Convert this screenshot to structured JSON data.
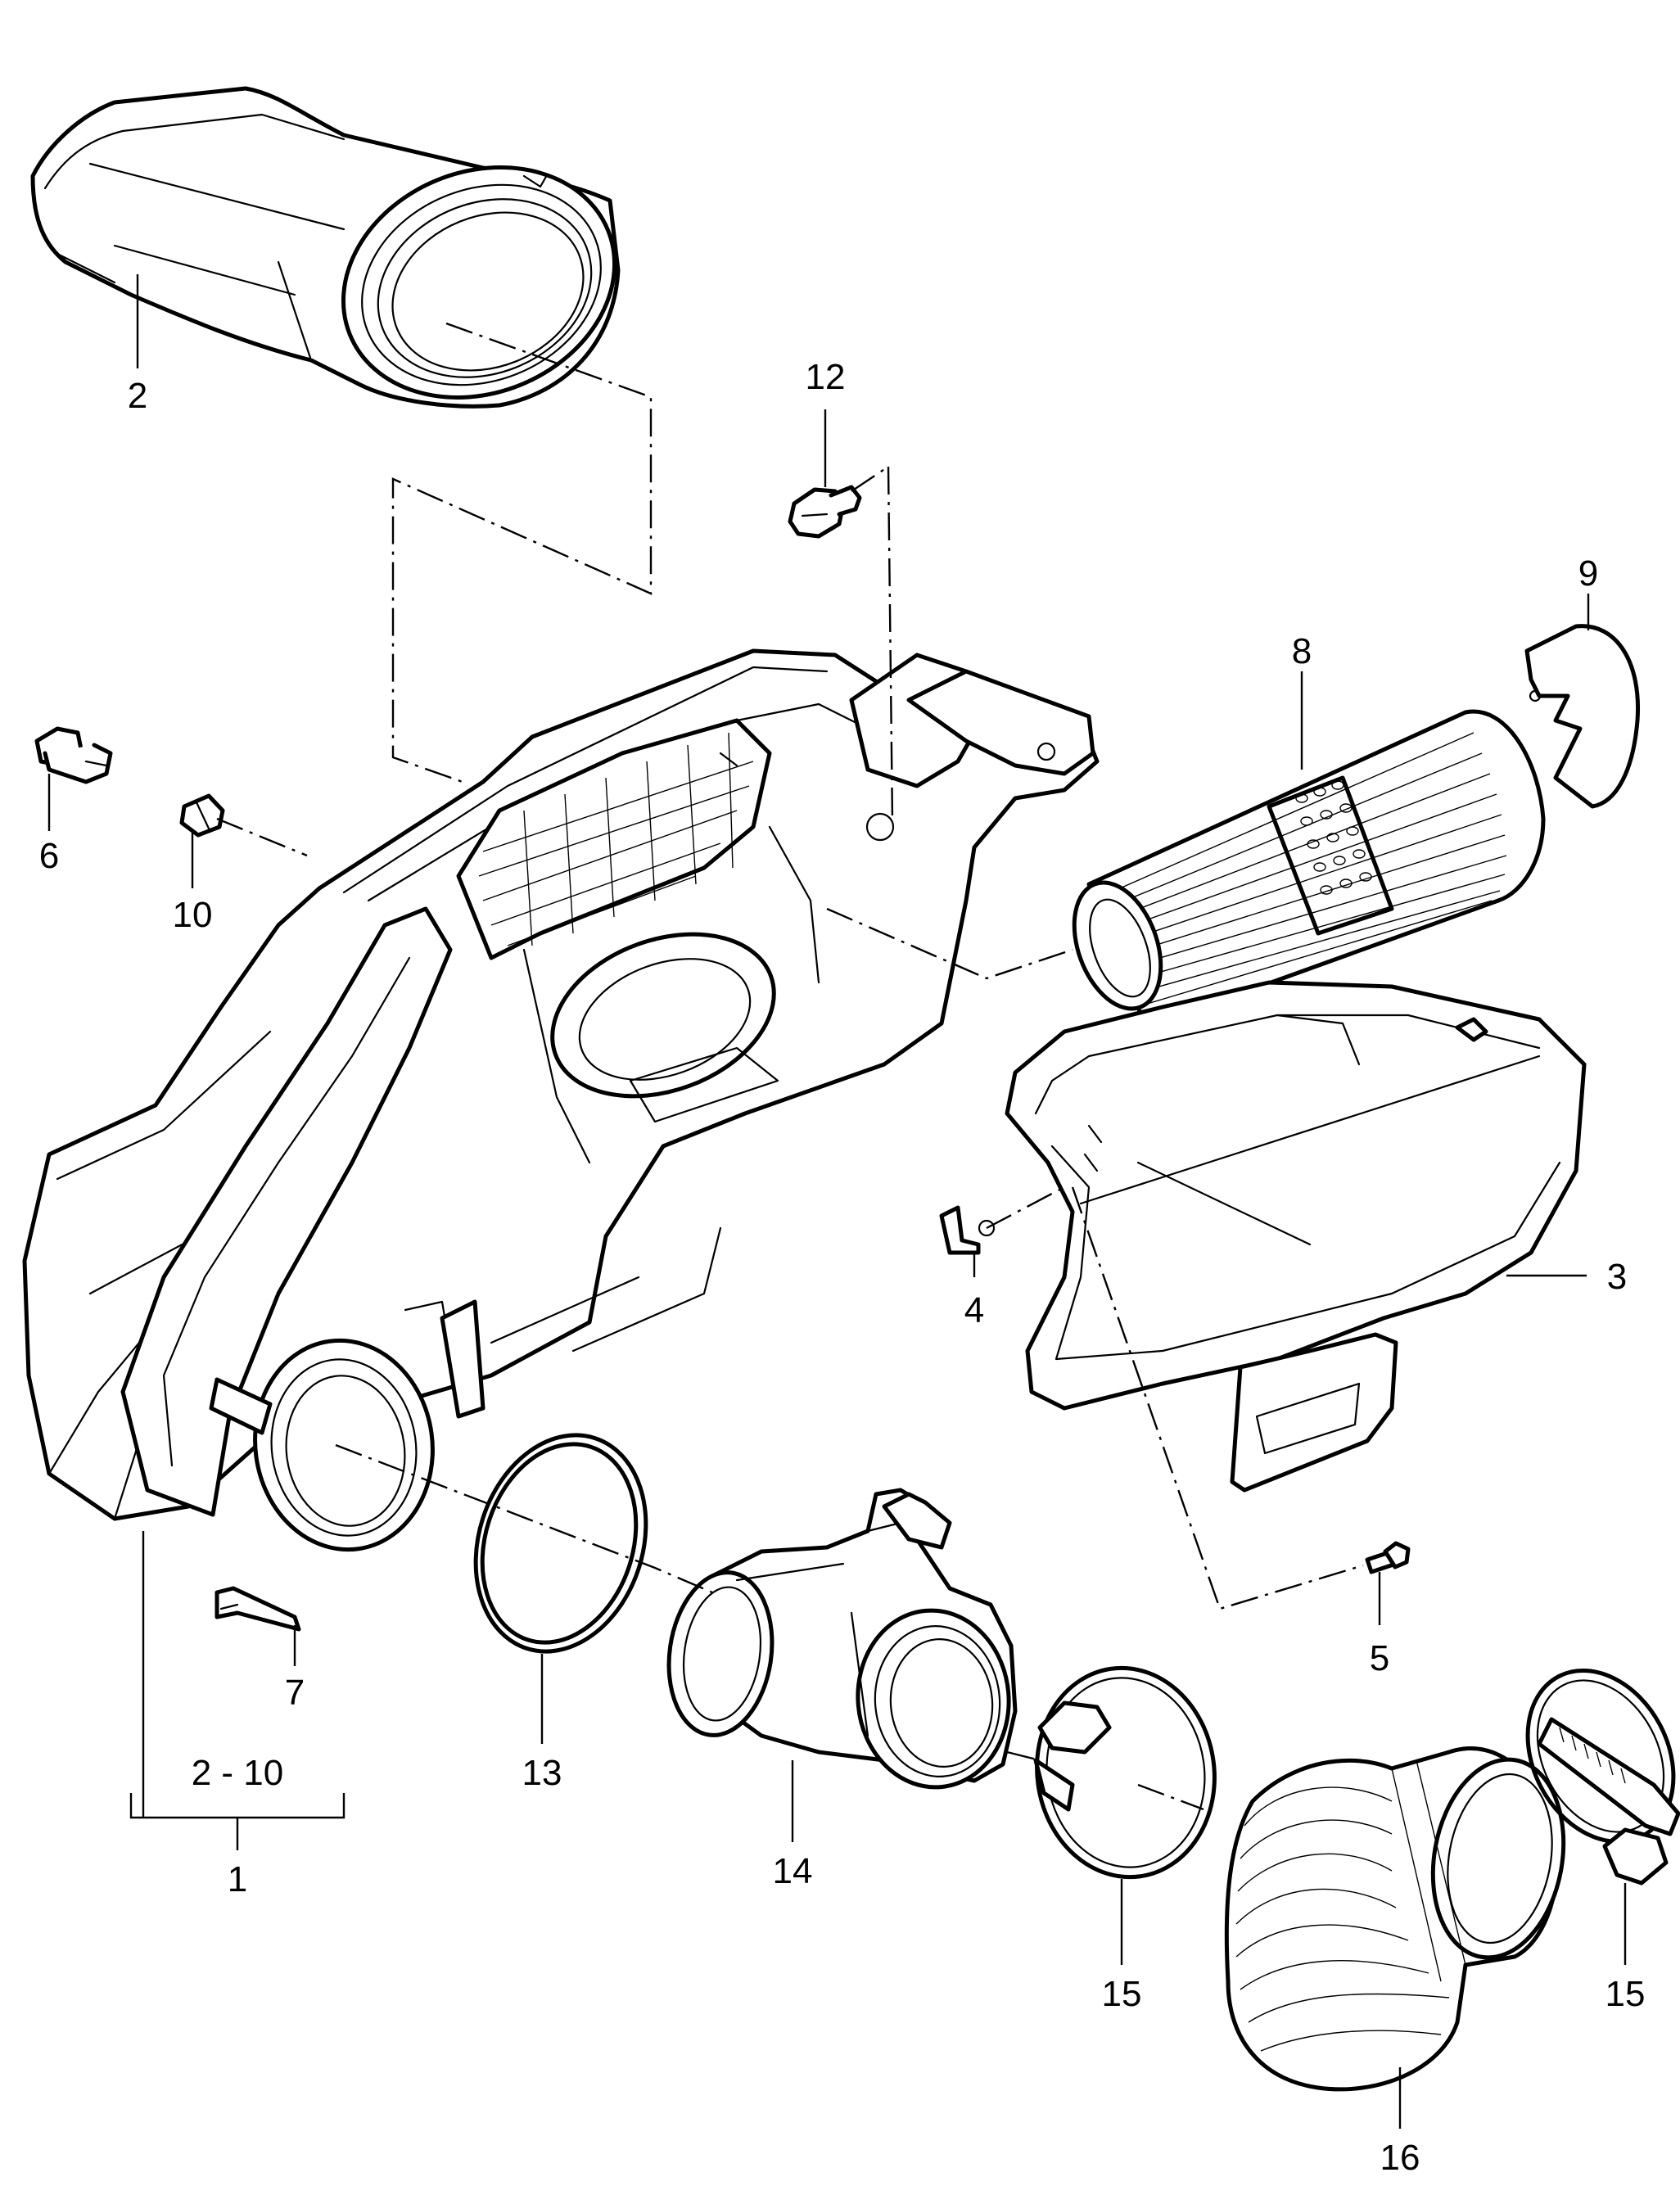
{
  "diagram": {
    "callouts": {
      "p1": "1",
      "p2": "2",
      "p3": "3",
      "p4": "4",
      "p5": "5",
      "p6": "6",
      "p7": "7",
      "p8": "8",
      "p9": "9",
      "p10": "10",
      "p12": "12",
      "p13": "13",
      "p14": "14",
      "p15a": "15",
      "p15b": "15",
      "p16": "16"
    },
    "group_range": "2 - 10",
    "line_color": "#000000",
    "background_color": "#ffffff"
  }
}
